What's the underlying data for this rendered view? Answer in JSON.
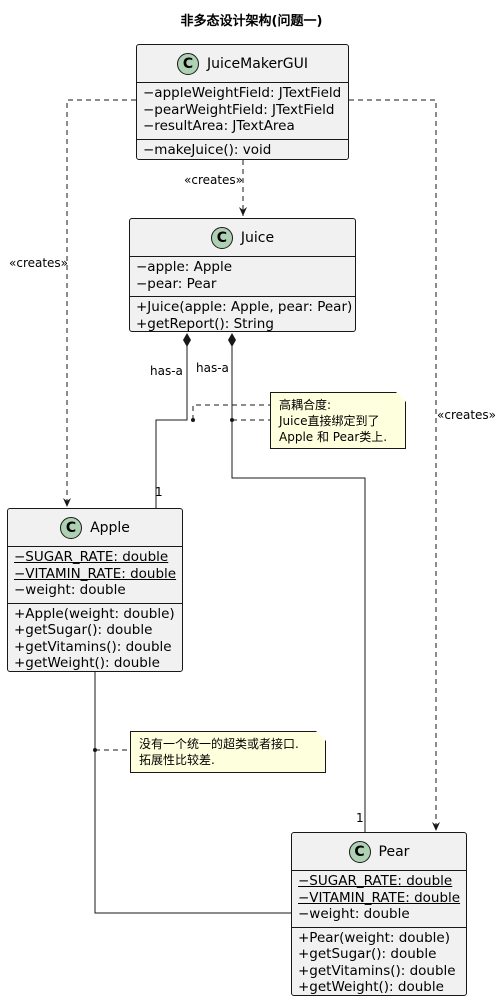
{
  "title": "非多态设计架构(问题一)",
  "classes": {
    "gui": {
      "icon": "C",
      "name": "JuiceMakerGUI",
      "fields": [
        "−appleWeightField: JTextField",
        "−pearWeightField: JTextField",
        "−resultArea: JTextArea"
      ],
      "methods": [
        "−makeJuice(): void"
      ]
    },
    "juice": {
      "icon": "C",
      "name": "Juice",
      "fields": [
        "−apple: Apple",
        "−pear: Pear"
      ],
      "methods": [
        "+Juice(apple: Apple, pear: Pear)",
        "+getReport(): String"
      ]
    },
    "apple": {
      "icon": "C",
      "name": "Apple",
      "fields": [
        "−SUGAR_RATE: double",
        "−VITAMIN_RATE: double",
        "−weight: double"
      ],
      "methods": [
        "+Apple(weight: double)",
        "+getSugar(): double",
        "+getVitamins(): double",
        "+getWeight(): double"
      ]
    },
    "pear": {
      "icon": "C",
      "name": "Pear",
      "fields": [
        "−SUGAR_RATE: double",
        "−VITAMIN_RATE: double",
        "−weight: double"
      ],
      "methods": [
        "+Pear(weight: double)",
        "+getSugar(): double",
        "+getVitamins(): double",
        "+getWeight(): double"
      ]
    }
  },
  "notes": {
    "coupling": [
      "高耦合度:",
      "Juice直接绑定到了",
      "Apple 和 Pear类上."
    ],
    "no_interface": [
      "没有一个统一的超类或者接口.",
      "拓展性比较差."
    ]
  },
  "labels": {
    "creates_top": "«creates»",
    "creates_left": "«creates»",
    "creates_right": "«creates»",
    "has_a_apple": "has-a",
    "has_a_pear": "has-a",
    "mult_apple": "1",
    "mult_pear": "1"
  },
  "colors": {
    "class_fill": "#f1f1f1",
    "class_icon_fill": "#add1b2",
    "note_fill": "#feffdd",
    "line": "#181818"
  }
}
